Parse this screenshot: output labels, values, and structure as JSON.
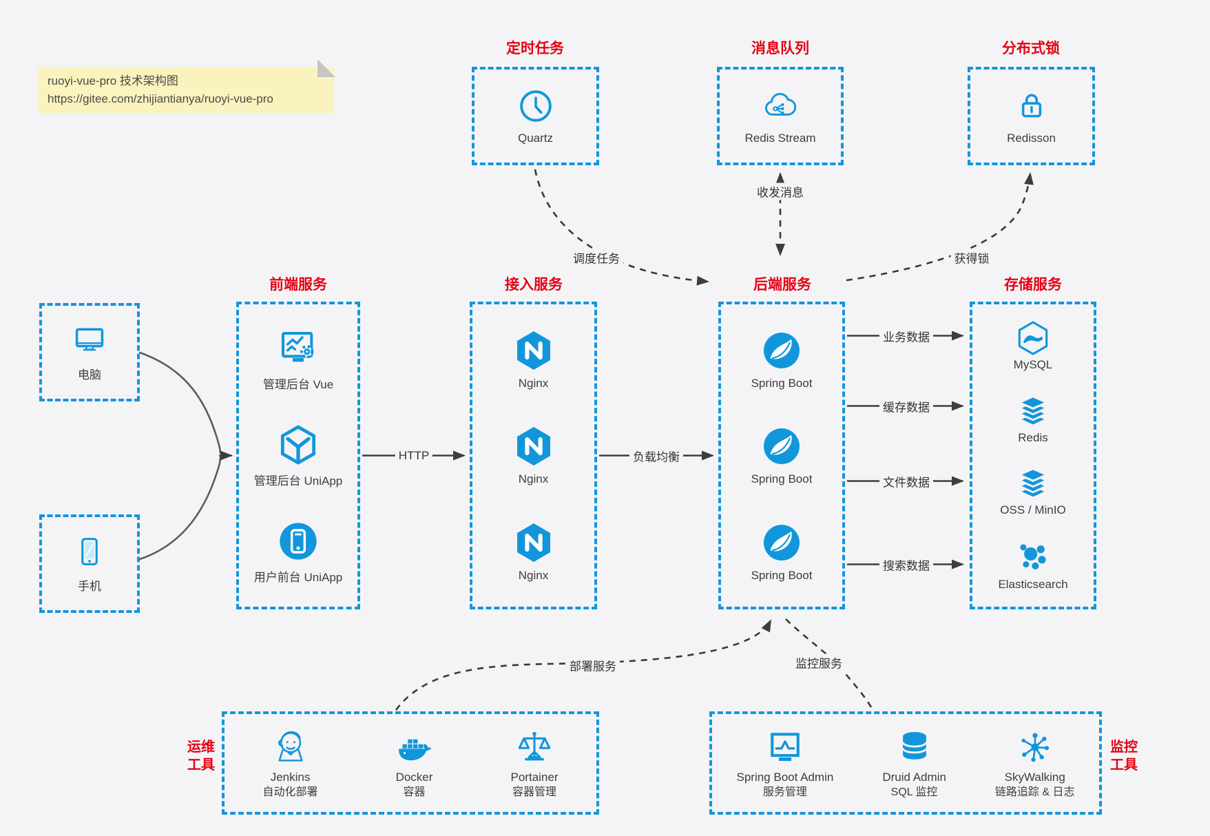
{
  "note": {
    "line1": "ruoyi-vue-pro 技术架构图",
    "line2": "https://gitee.com/zhijiantianya/ruoyi-vue-pro"
  },
  "colors": {
    "accent_blue": "#1296db",
    "title_red": "#e60113",
    "note_bg": "#faf3bd",
    "arrow_gray": "#3d3d3d",
    "background": "#f4f4f6"
  },
  "top": {
    "scheduler": {
      "title": "定时任务",
      "label": "Quartz"
    },
    "mq": {
      "title": "消息队列",
      "label": "Redis Stream"
    },
    "lock": {
      "title": "分布式锁",
      "label": "Redisson"
    }
  },
  "clients": {
    "pc": {
      "label": "电脑"
    },
    "mobile": {
      "label": "手机"
    }
  },
  "columns": {
    "frontend": {
      "title": "前端服务",
      "items": [
        {
          "label": "管理后台 Vue"
        },
        {
          "label": "管理后台 UniApp"
        },
        {
          "label": "用户前台 UniApp"
        }
      ]
    },
    "gateway": {
      "title": "接入服务",
      "items": [
        {
          "label": "Nginx"
        },
        {
          "label": "Nginx"
        },
        {
          "label": "Nginx"
        }
      ]
    },
    "backend": {
      "title": "后端服务",
      "items": [
        {
          "label": "Spring Boot"
        },
        {
          "label": "Spring Boot"
        },
        {
          "label": "Spring Boot"
        }
      ]
    },
    "storage": {
      "title": "存储服务",
      "items": [
        {
          "label": "MySQL"
        },
        {
          "label": "Redis"
        },
        {
          "label": "OSS / MinIO"
        },
        {
          "label": "Elasticsearch"
        }
      ]
    }
  },
  "edges": {
    "http": "HTTP",
    "load_balance": "负载均衡",
    "business_data": "业务数据",
    "cache_data": "缓存数据",
    "file_data": "文件数据",
    "search_data": "搜索数据",
    "schedule_task": "调度任务",
    "send_receive_msg": "收发消息",
    "acquire_lock": "获得锁",
    "deploy_service": "部署服务",
    "monitor_service": "监控服务"
  },
  "bottom": {
    "ops": {
      "side_line1": "运维",
      "side_line2": "工具",
      "items": [
        {
          "name": "Jenkins",
          "sub": "自动化部署"
        },
        {
          "name": "Docker",
          "sub": "容器"
        },
        {
          "name": "Portainer",
          "sub": "容器管理"
        }
      ]
    },
    "monitoring": {
      "side_line1": "监控",
      "side_line2": "工具",
      "items": [
        {
          "name": "Spring Boot Admin",
          "sub": "服务管理"
        },
        {
          "name": "Druid Admin",
          "sub": "SQL 监控"
        },
        {
          "name": "SkyWalking",
          "sub": "链路追踪 & 日志"
        }
      ]
    }
  }
}
